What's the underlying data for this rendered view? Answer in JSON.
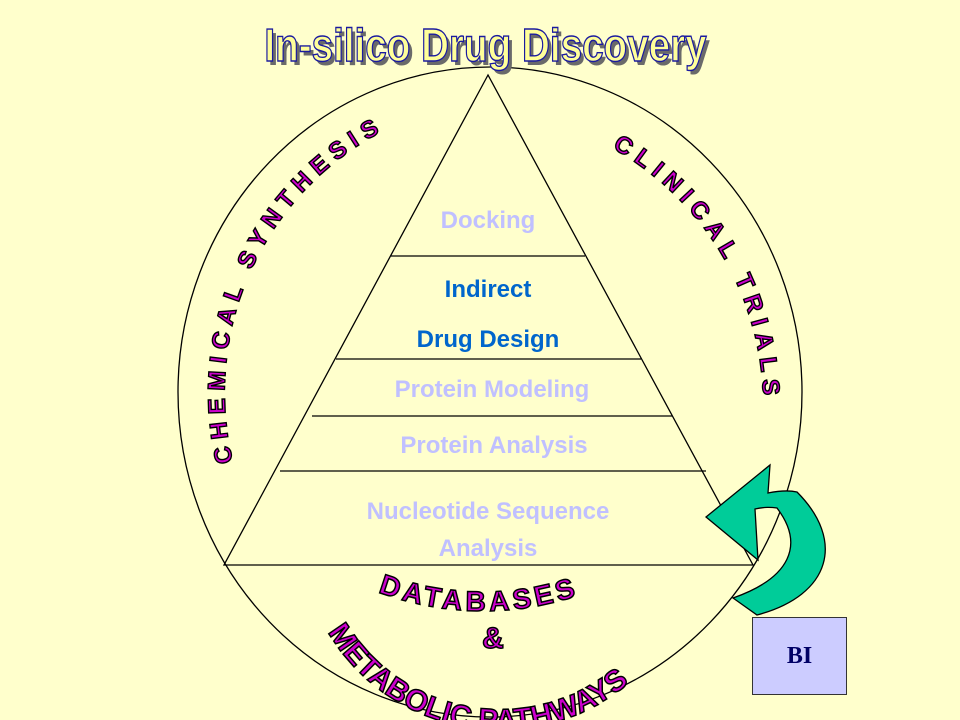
{
  "title": "In-silico Drug Discovery",
  "layers": [
    {
      "lines": [
        "Docking"
      ],
      "color": "#c0c0ff"
    },
    {
      "lines": [
        "Indirect",
        "Drug Design"
      ],
      "color": "#0066cc"
    },
    {
      "lines": [
        "Protein Modeling"
      ],
      "color": "#c0c0ff"
    },
    {
      "lines": [
        "Protein Analysis"
      ],
      "color": "#c0c0ff"
    },
    {
      "lines": [
        "Nucleotide Sequence",
        "Analysis"
      ],
      "color": "#c0c0ff"
    }
  ],
  "ring_labels": {
    "left": "CHEMICAL SYNTHESIS",
    "right": "CLINICAL TRIALS",
    "bottom_top": "DATABASES",
    "bottom_mid": "&",
    "bottom_low": "METABOLIC PATHWAYS"
  },
  "bi_box": {
    "label": "BI"
  },
  "colors": {
    "background": "#ffffcc",
    "ring_text": "#cc00cc",
    "arrow_fill": "#00cc99",
    "title_fill": "#ffff99",
    "title_outline": "#1a1aa0"
  },
  "icons": {
    "arrow": "curved-arrow-icon"
  }
}
